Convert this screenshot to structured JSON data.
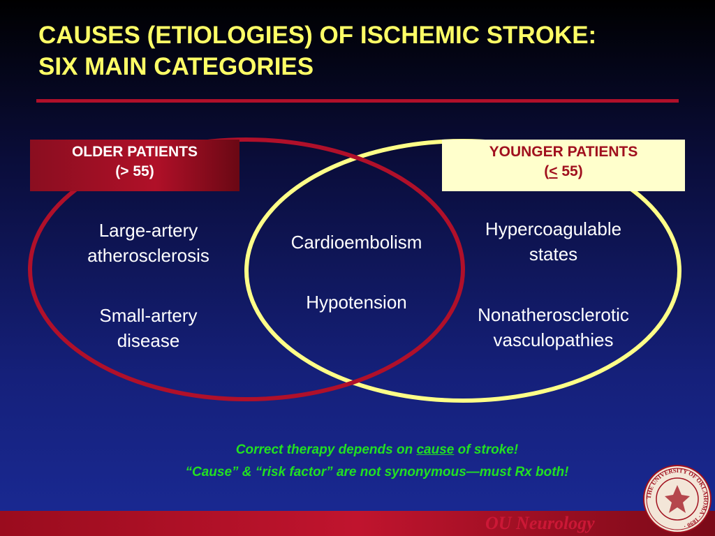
{
  "title": {
    "line1": "CAUSES (ETIOLOGIES) OF ISCHEMIC STROKE:",
    "line2": "SIX MAIN CATEGORIES"
  },
  "badges": {
    "older": {
      "line1": "OLDER PATIENTS",
      "line2": "(> 55)"
    },
    "younger": {
      "line1": "YOUNGER PATIENTS",
      "line2_open": "(",
      "line2_sym": "<",
      "line2_rest": " 55)"
    }
  },
  "older_only": {
    "item1_line1": "Large-artery",
    "item1_line2": "atherosclerosis",
    "item2_line1": "Small-artery",
    "item2_line2": "disease"
  },
  "overlap": {
    "item1": "Cardioembolism",
    "item2": "Hypotension"
  },
  "younger_only": {
    "item1_line1": "Hypercoagulable",
    "item1_line2": "states",
    "item2_line1": "Nonatherosclerotic",
    "item2_line2": "vasculopathies"
  },
  "footer": {
    "line1_pre": "Correct therapy depends on ",
    "line1_emph": "cause",
    "line1_post": " of stroke!",
    "line2": "“Cause” & “risk factor” are not synonymous—must Rx both!"
  },
  "brand": "OU Neurology",
  "seal_text": "THE UNIVERSITY OF OKLAHOMA · 1890 ·",
  "colors": {
    "title": "#ffff66",
    "older_circle": "#b0102a",
    "younger_circle": "#ffff88",
    "footer_text": "#22e022"
  }
}
